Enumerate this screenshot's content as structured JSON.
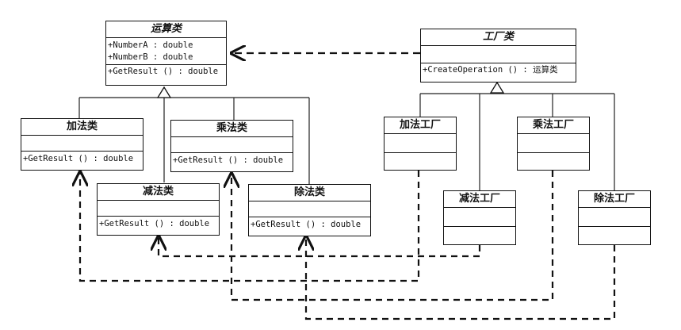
{
  "operation_class": {
    "name": "运算类",
    "attributes": [
      "+NumberA : double",
      "+NumberB : double"
    ],
    "methods": [
      "+GetResult () : double"
    ]
  },
  "factory_class": {
    "name": "工厂类",
    "methods": [
      "+CreateOperation () : 运算类"
    ]
  },
  "operations": [
    {
      "name": "加法类",
      "method": "+GetResult () : double"
    },
    {
      "name": "乘法类",
      "method": "+GetResult () : double"
    },
    {
      "name": "减法类",
      "method": "+GetResult () : double"
    },
    {
      "name": "除法类",
      "method": "+GetResult () : double"
    }
  ],
  "factories": [
    {
      "name": "加法工厂"
    },
    {
      "name": "乘法工厂"
    },
    {
      "name": "减法工厂"
    },
    {
      "name": "除法工厂"
    }
  ]
}
